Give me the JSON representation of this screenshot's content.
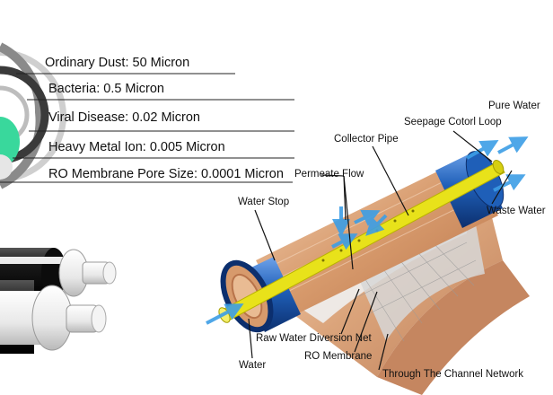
{
  "pore_sizes": [
    {
      "label": "Ordinary Dust: 50 Micron"
    },
    {
      "label": "Bacteria: 0.5 Micron"
    },
    {
      "label": "Viral Disease: 0.02 Micron"
    },
    {
      "label": "Heavy Metal Ion: 0.005 Micron"
    },
    {
      "label": "RO Membrane Pore Size: 0.0001 Micron"
    }
  ],
  "diagram_labels": {
    "pure_water": "Pure Water",
    "seepage_control_loop": "Seepage Cotorl Loop",
    "collector_pipe": "Collector Pipe",
    "permeate_flow": "Permeate Flow",
    "water_stop": "Water Stop",
    "waste_water": "Waste Water",
    "raw_water_diversion_net": "Raw Water Diversion Net",
    "water": "Water",
    "ro_membrane": "RO Membrane",
    "channel_network": "Through The Channel Network"
  },
  "colors": {
    "membrane_blue": "#1f5fb8",
    "collector_yellow": "#e8e21a",
    "copper_membrane": "#d79a6c",
    "flow_arrow": "#4aa3e0"
  }
}
